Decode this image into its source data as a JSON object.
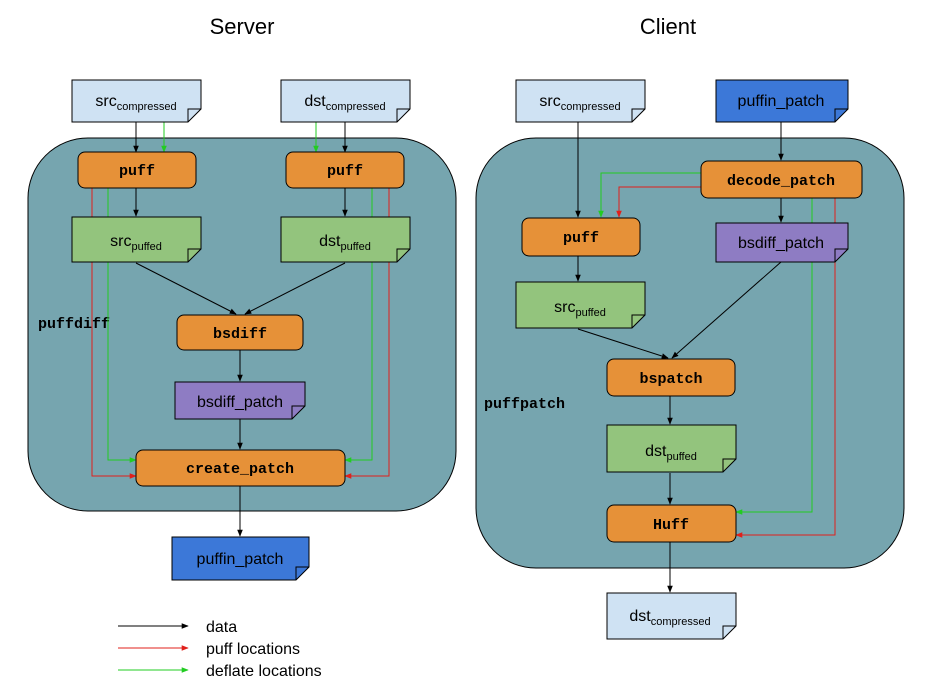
{
  "headings": {
    "server": "Server",
    "client": "Client"
  },
  "regions": {
    "server": "puffdiff",
    "client": "puffpatch"
  },
  "server": {
    "src_compressed": {
      "main": "src",
      "sub": "compressed"
    },
    "dst_compressed": {
      "main": "dst",
      "sub": "compressed"
    },
    "puff_src": "puff",
    "puff_dst": "puff",
    "src_puffed": {
      "main": "src",
      "sub": "puffed"
    },
    "dst_puffed": {
      "main": "dst",
      "sub": "puffed"
    },
    "bsdiff": "bsdiff",
    "bsdiff_patch": "bsdiff_patch",
    "create_patch": "create_patch",
    "puffin_patch": "puffin_patch"
  },
  "client": {
    "src_compressed": {
      "main": "src",
      "sub": "compressed"
    },
    "puffin_patch": "puffin_patch",
    "decode_patch": "decode_patch",
    "puff": "puff",
    "bsdiff_patch": "bsdiff_patch",
    "src_puffed": {
      "main": "src",
      "sub": "puffed"
    },
    "bspatch": "bspatch",
    "dst_puffed": {
      "main": "dst",
      "sub": "puffed"
    },
    "huff": "Huff",
    "dst_compressed": {
      "main": "dst",
      "sub": "compressed"
    }
  },
  "legend": {
    "data": "data",
    "puff_locations": "puff locations",
    "deflate_locations": "deflate locations"
  },
  "colors": {
    "region_fill": "#76a5af",
    "process_fill": "#e69138",
    "compressed_fill": "#cfe2f3",
    "puffed_fill": "#93c47d",
    "bsdiff_patch_fill": "#8e7cc3",
    "puffin_patch_fill": "#3c78d8",
    "data_line": "#000000",
    "puff_line": "#e0201b",
    "deflate_line": "#22cc22"
  }
}
